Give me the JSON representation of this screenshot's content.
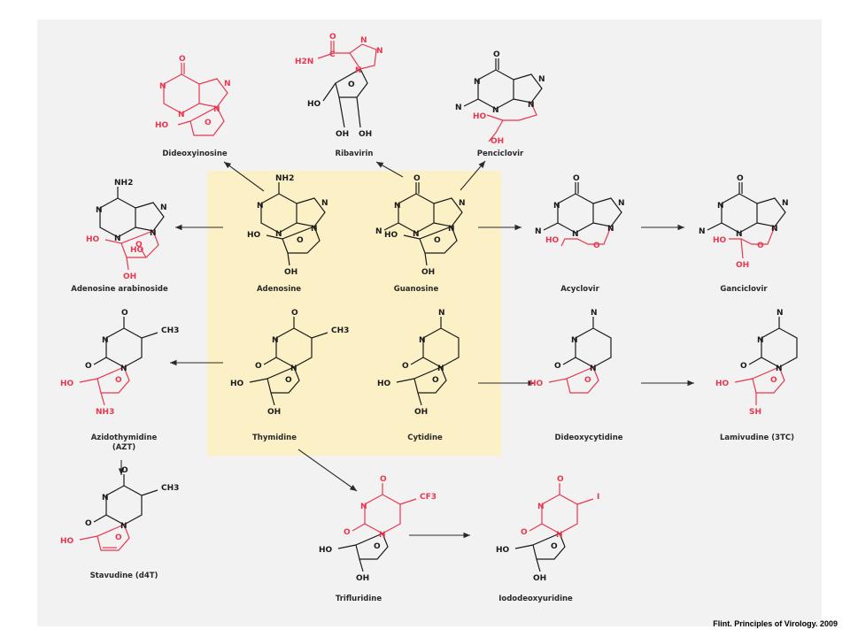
{
  "molecules": {
    "dideoxyinosine": "Dideoxyinosine",
    "ribavirin": "Ribavirin",
    "penciclovir": "Penciclovir",
    "adenosine_arabinoside": "Adenosine arabinoside",
    "adenosine": "Adenosine",
    "guanosine": "Guanosine",
    "acyclovir": "Acyclovir",
    "ganciclovir": "Ganciclovir",
    "azidothymidine": "Azidothymidine",
    "azidothymidine_abbr": "(AZT)",
    "thymidine": "Thymidine",
    "cytidine": "Cytidine",
    "dideoxycytidine": "Dideoxycytidine",
    "lamivudine": "Lamivudine (3TC)",
    "stavudine": "Stavudine (d4T)",
    "trifluridine": "Trifluridine",
    "iododeoxyuridine": "Iododeoxyuridine"
  },
  "atoms": {
    "oh": "OH",
    "ho": "HO",
    "o": "O",
    "n": "N",
    "nh2": "NH2",
    "h2n": "H2N",
    "c": "C",
    "ch3": "CH3",
    "cf3": "CF3",
    "i": "I",
    "sh": "SH",
    "nh3": "NH3"
  },
  "credit": "Flint. Principles of Virology. 2009",
  "colors": {
    "figure_background": "#f2f2f2",
    "parent_box": "#fcf0c6",
    "analog_modification": "#e8374f",
    "structure_black": "#1a1a1a",
    "arrow": "#2a2a2a"
  }
}
